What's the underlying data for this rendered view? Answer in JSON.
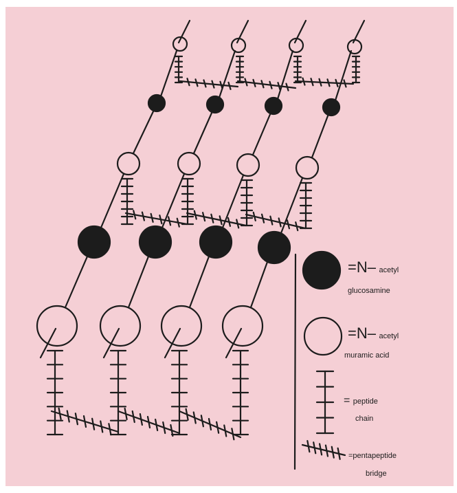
{
  "colors": {
    "background": "#f5cfd5",
    "frame": "#ffffff",
    "ink": "#1c1c1c"
  },
  "legend": {
    "glucosamine": {
      "eq": "=N",
      "dash": "–",
      "word1": "acetyl",
      "word2": "glucosamine"
    },
    "muramic": {
      "eq": "=N",
      "dash": "–",
      "word1": "acetyl",
      "word2": "muramic acid"
    },
    "peptide": {
      "eq": "=",
      "word1": "peptide",
      "word2": "chain"
    },
    "bridge": {
      "word1": "=pentapeptide",
      "word2": "bridge"
    }
  }
}
